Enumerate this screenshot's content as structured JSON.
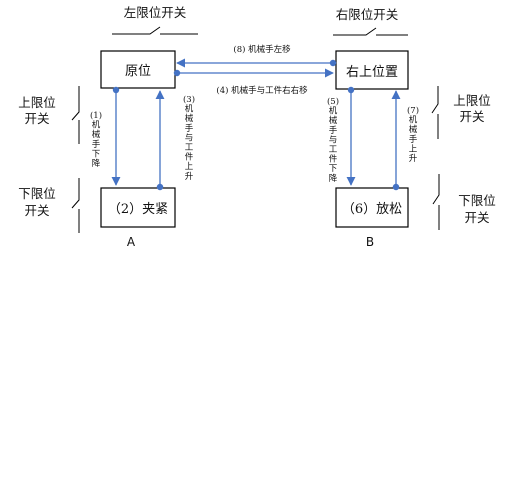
{
  "boxes": {
    "home": "原位",
    "clamp": "（2）夹紧",
    "upper_right": "右上位置",
    "release": "（6）放松"
  },
  "switches": {
    "left_limit": "左限位开关",
    "right_limit": "右限位开关",
    "upper_limit_left": [
      "上限位",
      "开关"
    ],
    "lower_limit_left": [
      "下限位",
      "开关"
    ],
    "upper_limit_right": [
      "上限位",
      "开关"
    ],
    "lower_limit_right": [
      "下限位",
      "开关"
    ]
  },
  "steps": {
    "s1": [
      "(1)",
      "机",
      "械",
      "手",
      "下",
      "降"
    ],
    "s3": [
      "(3)",
      "机",
      "械",
      "手",
      "与",
      "工",
      "件",
      "上",
      "升"
    ],
    "s4": "(4) 机械手与工件右右移",
    "s5": [
      "(5)",
      "机",
      "械",
      "手",
      "与",
      "工",
      "件",
      "下",
      "降"
    ],
    "s7": [
      "(7)",
      "机",
      "械",
      "手",
      "上",
      "升"
    ],
    "s8": "(8) 机械手左移"
  },
  "positions": {
    "a": "A",
    "b": "B"
  },
  "colors": {
    "flow": "#4472c4",
    "outline": "#000000"
  }
}
